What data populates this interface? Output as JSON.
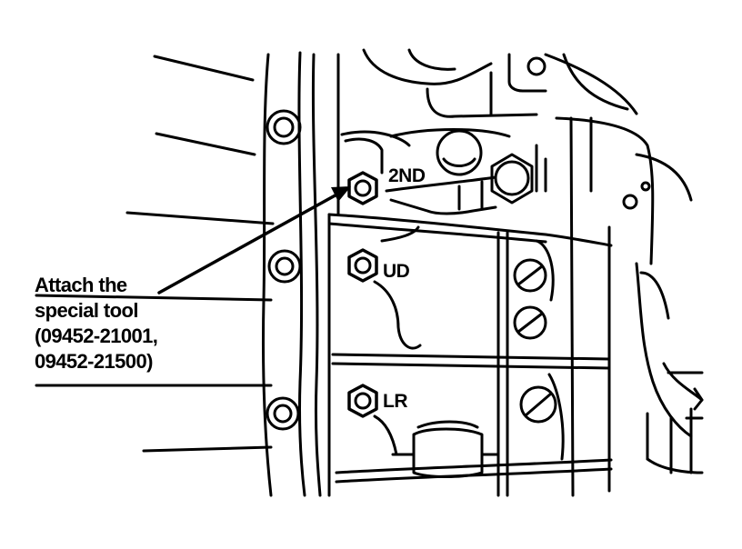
{
  "ports": {
    "second": "2ND",
    "underdrive": "UD",
    "low_reverse": "LR"
  },
  "callout": {
    "line1": "Attach the",
    "line2": "special tool",
    "line3": "(09452-21001,",
    "line4": "09452-21500)"
  }
}
